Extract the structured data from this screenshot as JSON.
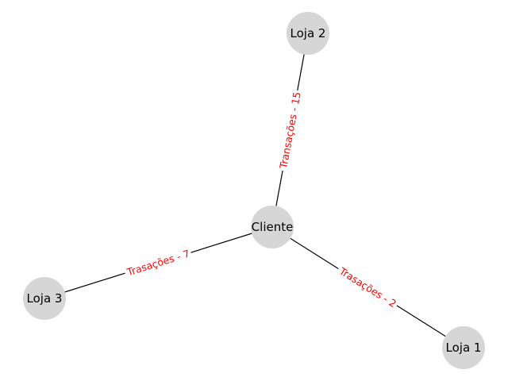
{
  "graph": {
    "label_color": "#ff0000",
    "node_color": "#d6d6d6",
    "edge_color": "#000000",
    "nodes": [
      {
        "id": "cliente",
        "label": "Cliente"
      },
      {
        "id": "loja1",
        "label": "Loja 1"
      },
      {
        "id": "loja2",
        "label": "Loja 2"
      },
      {
        "id": "loja3",
        "label": "Loja 3"
      }
    ],
    "edges": [
      {
        "from": "cliente",
        "to": "loja1",
        "label": "Trasações - 2"
      },
      {
        "from": "cliente",
        "to": "loja2",
        "label": "Transações - 15"
      },
      {
        "from": "cliente",
        "to": "loja3",
        "label": "Trasações - 7"
      }
    ]
  }
}
